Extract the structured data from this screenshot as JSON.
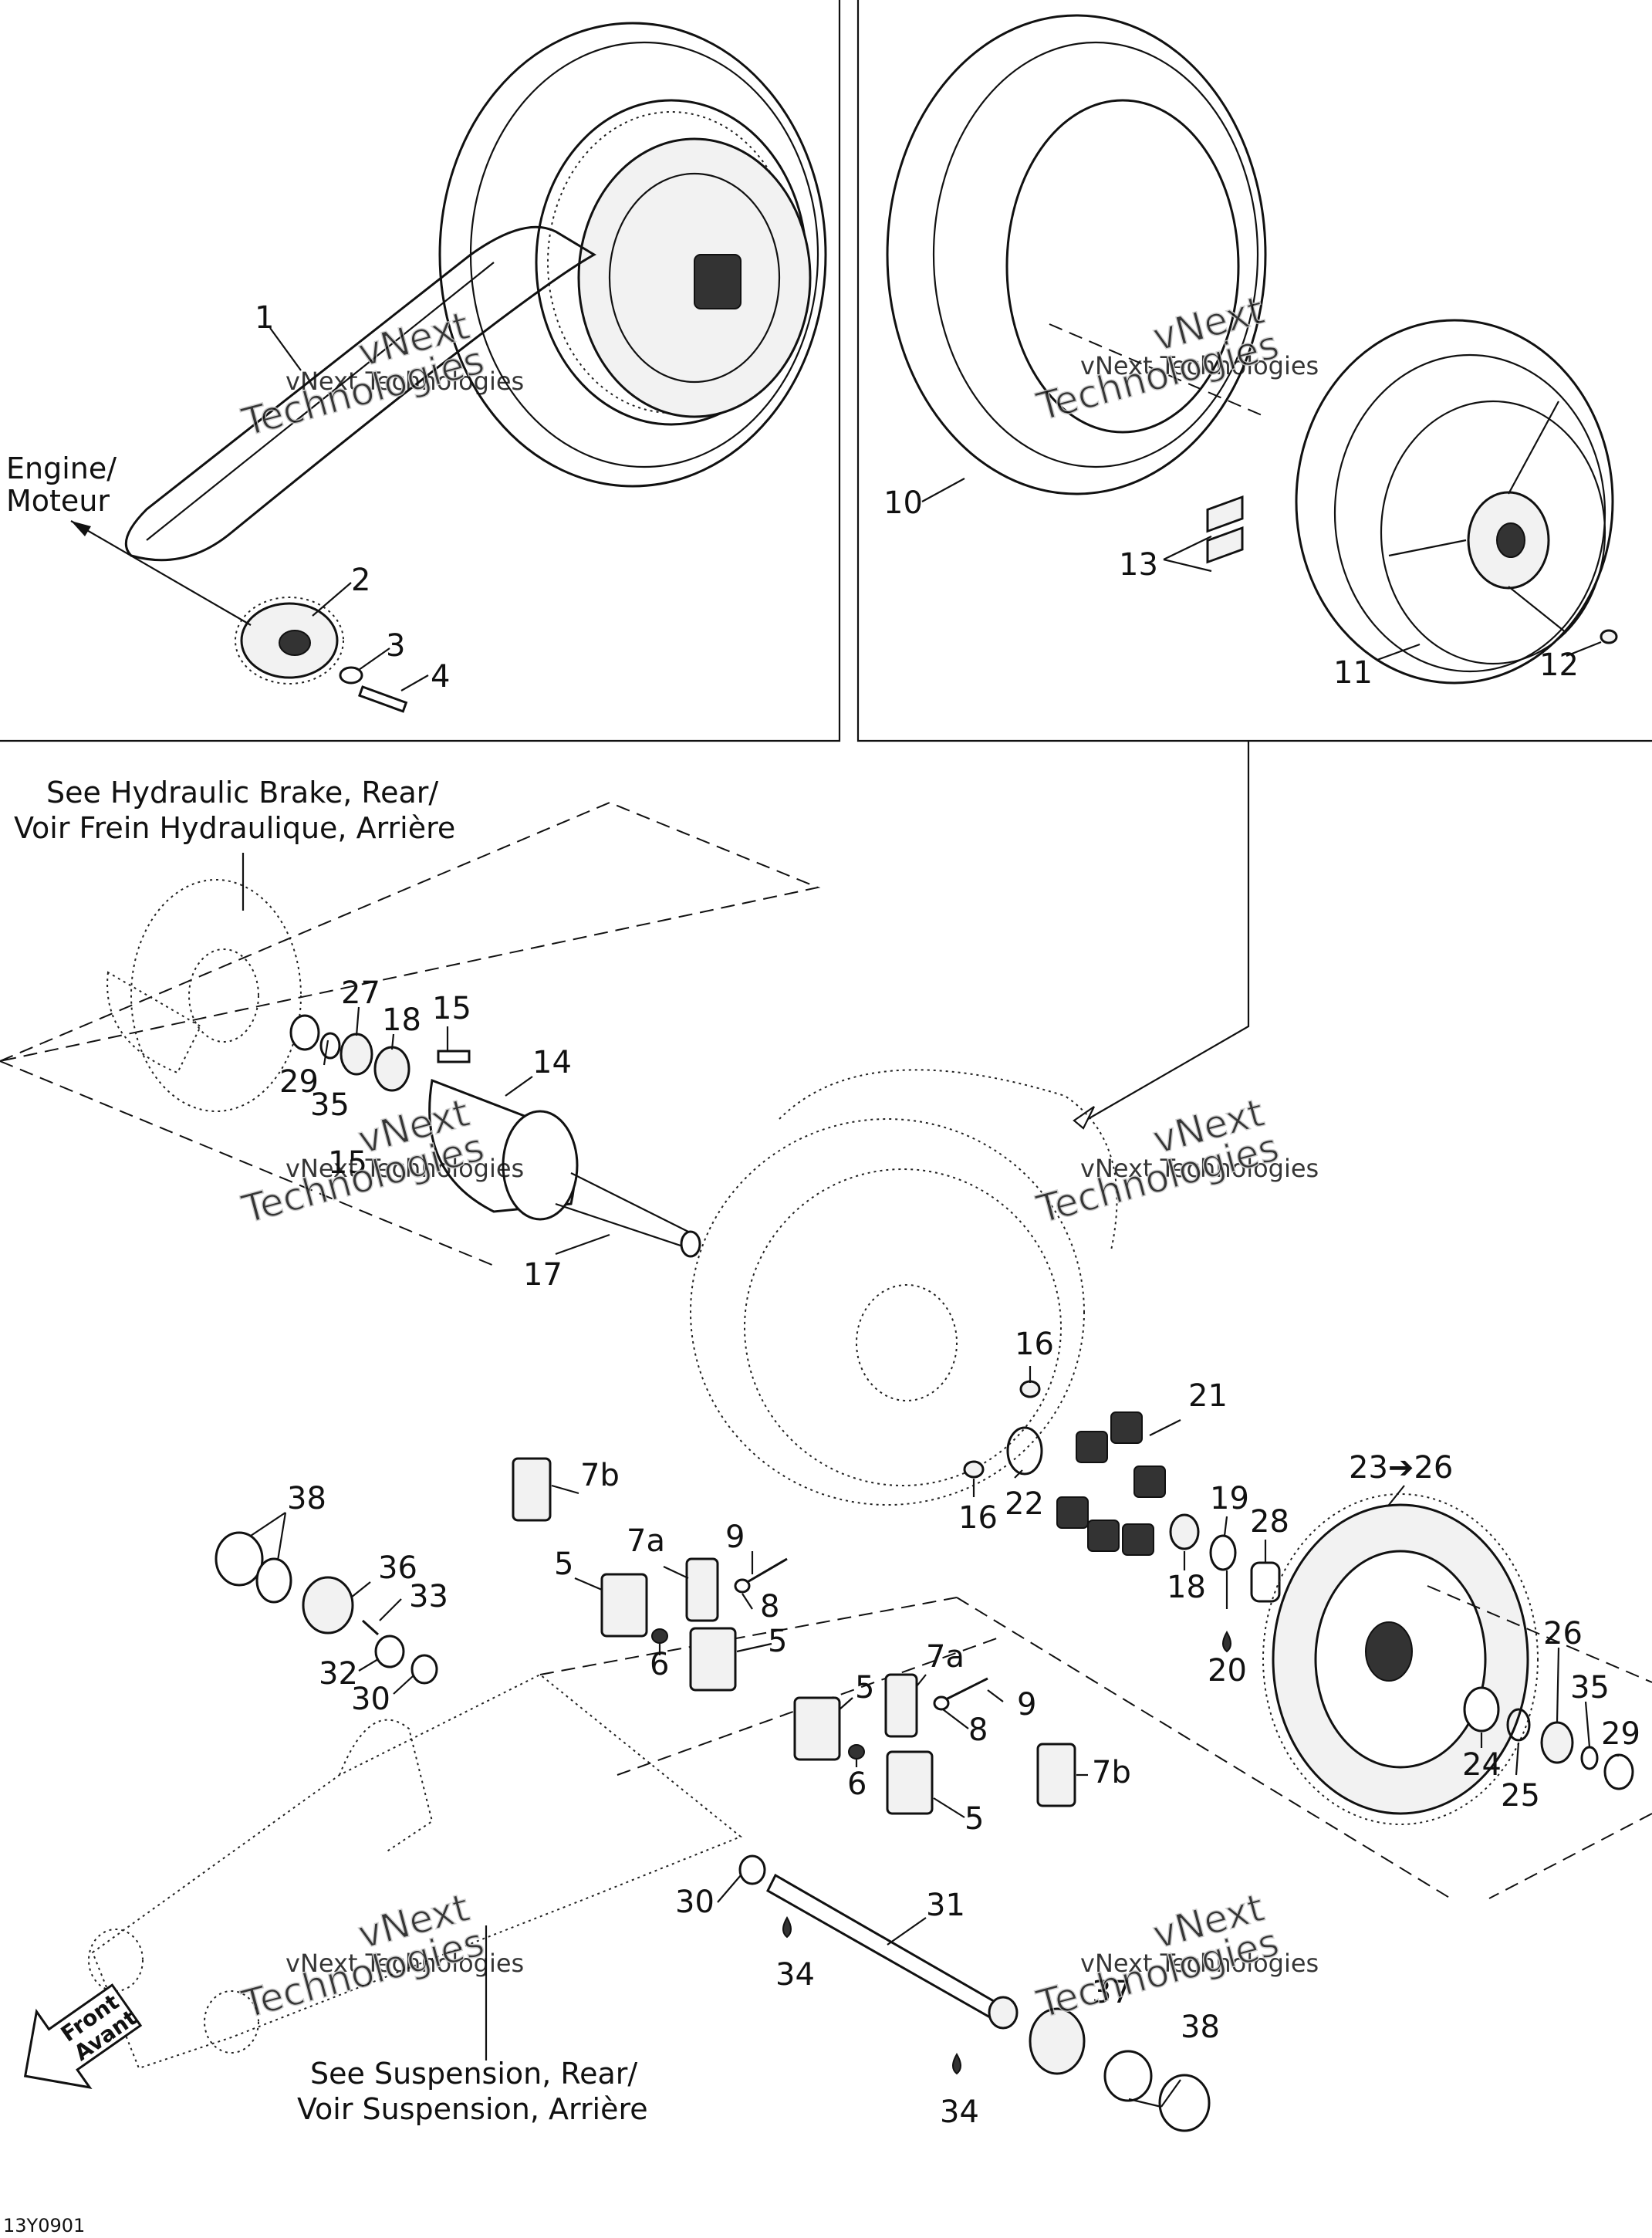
{
  "callouts": {
    "c1": "1",
    "c2": "2",
    "c3": "3",
    "c4": "4",
    "c5a": "5",
    "c5b": "5",
    "c5c": "5",
    "c5d": "5",
    "c6a": "6",
    "c6b": "6",
    "c7a1": "7a",
    "c7a2": "7a",
    "c7b1": "7b",
    "c7b2": "7b",
    "c8a": "8",
    "c8b": "8",
    "c9a": "9",
    "c9b": "9",
    "c10": "10",
    "c11": "11",
    "c12": "12",
    "c13": "13",
    "c14": "14",
    "c15a": "15",
    "c15b": "15",
    "c16a": "16",
    "c16b": "16",
    "c17": "17",
    "c18a": "18",
    "c18b": "18",
    "c19": "19",
    "c20": "20",
    "c21": "21",
    "c22": "22",
    "c23": "23➔26",
    "c24": "24",
    "c25": "25",
    "c26": "26",
    "c27": "27",
    "c28": "28",
    "c29a": "29",
    "c29b": "29",
    "c30a": "30",
    "c30b": "30",
    "c31": "31",
    "c32": "32",
    "c33": "33",
    "c34a": "34",
    "c34b": "34",
    "c35a": "35",
    "c35b": "35",
    "c36": "36",
    "c37": "37",
    "c38a": "38",
    "c38b": "38"
  },
  "labels": {
    "engine_line1": "Engine/",
    "engine_line2": "Moteur",
    "brake_line1": "See Hydraulic Brake, Rear/",
    "brake_line2": "Voir Frein Hydraulique, Arrière",
    "susp_line1": "See Suspension, Rear/",
    "susp_line2": "Voir Suspension, Arrière",
    "front_line1": "Front",
    "front_line2": "Avant",
    "diagram_code": "13Y0901"
  },
  "watermark": {
    "line1": "vNext Technologies",
    "word1": "vNext",
    "word2": "Technologies"
  }
}
